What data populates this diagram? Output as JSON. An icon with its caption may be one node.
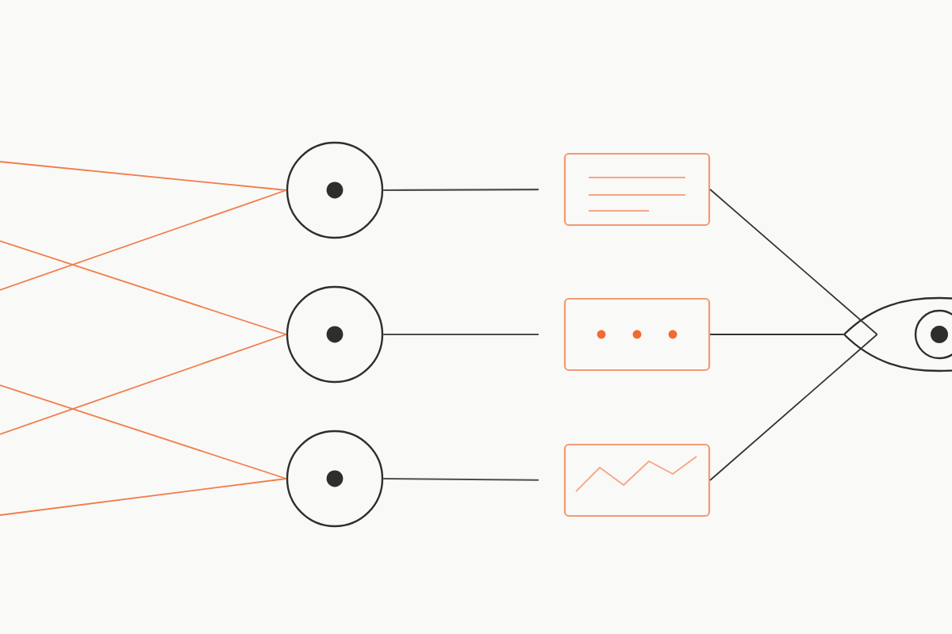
{
  "diagram": {
    "nodes": [
      {
        "text": [],
        "shape": "circle"
      },
      {
        "text": [],
        "shape": "circle"
      },
      {
        "text": [],
        "shape": "circle"
      },
      {
        "text": [],
        "shape": "box"
      },
      {
        "text": [],
        "shape": "box"
      },
      {
        "text": [],
        "shape": "box"
      },
      {
        "text": [],
        "shape": "eye"
      }
    ],
    "edges": [
      {
        "from": null,
        "to": 0,
        "arrow": "none",
        "color": "#f27c4a"
      },
      {
        "from": null,
        "to": 0,
        "arrow": "none",
        "color": "#f27c4a"
      },
      {
        "from": null,
        "to": 1,
        "arrow": "none",
        "color": "#f27c4a"
      },
      {
        "from": null,
        "to": 1,
        "arrow": "none",
        "color": "#f27c4a"
      },
      {
        "from": null,
        "to": 2,
        "arrow": "none",
        "color": "#f27c4a"
      },
      {
        "from": null,
        "to": 2,
        "arrow": "none",
        "color": "#f27c4a"
      },
      {
        "from": 0,
        "to": 3,
        "arrow": "none",
        "color": "#4d4d4d"
      },
      {
        "from": 1,
        "to": 4,
        "arrow": "none",
        "color": "#4d4d4d"
      },
      {
        "from": 2,
        "to": 5,
        "arrow": "none",
        "color": "#4d4d4d"
      },
      {
        "from": 3,
        "to": 6,
        "arrow": "none",
        "color": "#333333"
      },
      {
        "from": 4,
        "to": 6,
        "arrow": "none",
        "color": "#333333"
      },
      {
        "from": 5,
        "to": 6,
        "arrow": "none",
        "color": "#333333"
      }
    ]
  }
}
